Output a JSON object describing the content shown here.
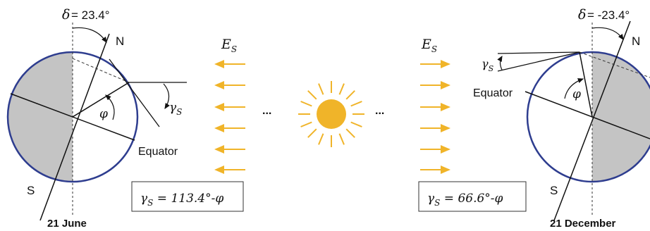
{
  "colors": {
    "earth_outline": "#2e3d8f",
    "night_shade": "#c4c4c4",
    "sun": "#f0b429",
    "arrow": "#f0b429",
    "ink": "#111111"
  },
  "left_panel": {
    "delta_symbol": "δ",
    "delta_value": "= 23.4°",
    "north_label": "N",
    "south_label": "S",
    "gamma_symbol": "γ",
    "gamma_sub": "S",
    "phi_symbol": "φ",
    "equator_label": "Equator",
    "formula_gamma": "γ",
    "formula_sub": "S",
    "formula_rest": " = 113.4°-φ",
    "date": "21 June"
  },
  "center": {
    "flux_symbol": "E",
    "flux_sub": "S",
    "ellipsis": "..."
  },
  "right_panel": {
    "delta_symbol": "δ",
    "delta_value": "= -23.4°",
    "north_label": "N",
    "south_label": "S",
    "gamma_symbol": "γ",
    "gamma_sub": "S",
    "phi_symbol": "φ",
    "equator_label": "Equator",
    "formula_gamma": "γ",
    "formula_sub": "S",
    "formula_rest": " = 66.6°-φ",
    "date": "21 December"
  }
}
